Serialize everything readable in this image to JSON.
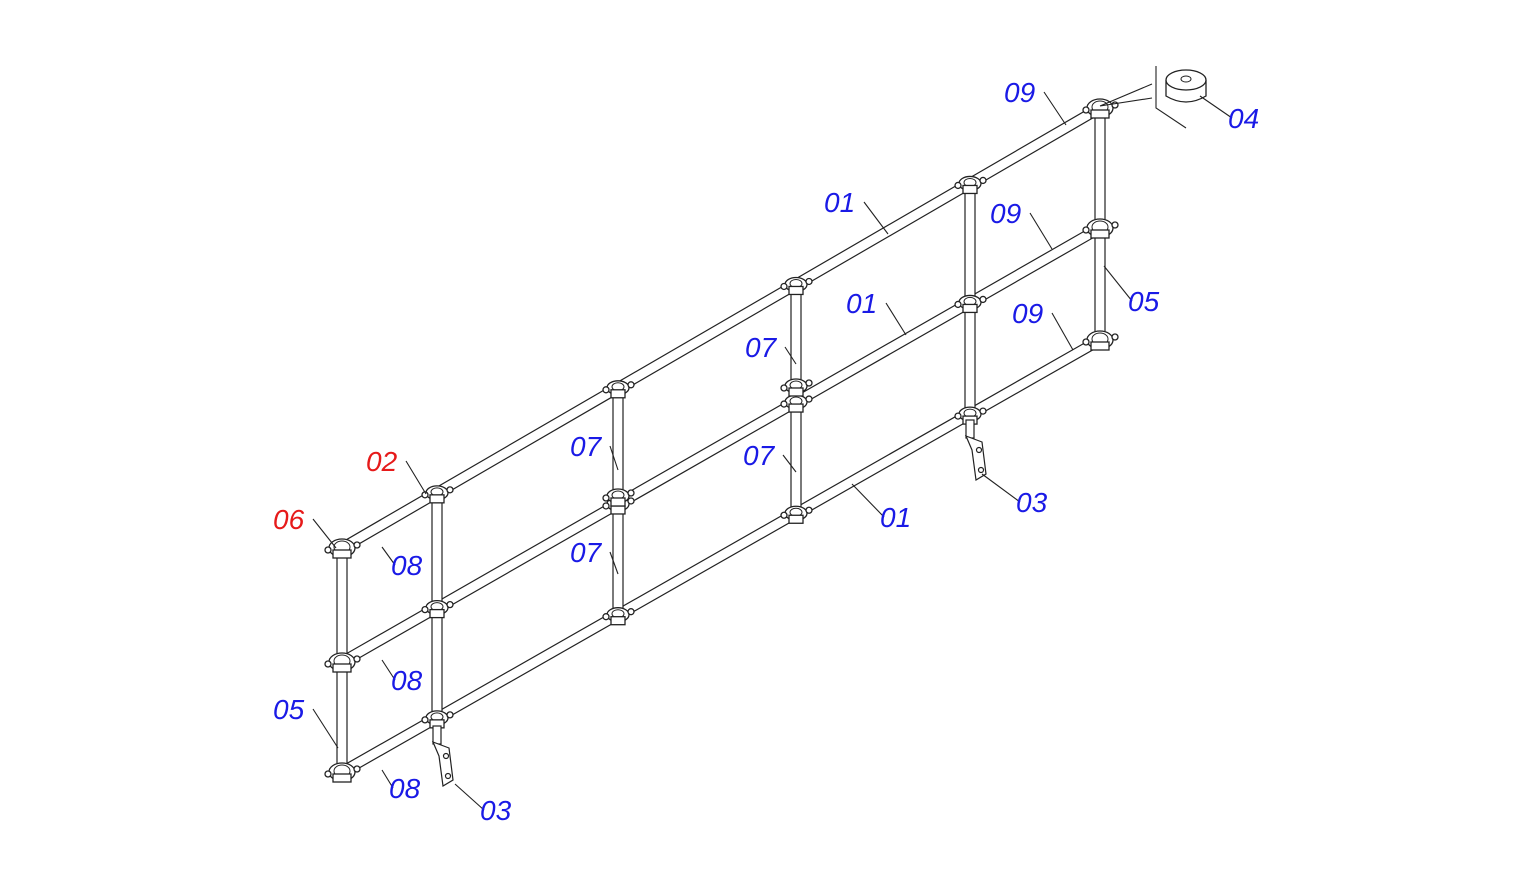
{
  "colors": {
    "callout": "#1a1ae6",
    "callout_highlight": "#e61a1a",
    "line": "#222222",
    "background": "#ffffff"
  },
  "callouts": [
    {
      "id": "c-09-top",
      "text": "09",
      "highlight": false
    },
    {
      "id": "c-04",
      "text": "04",
      "highlight": false
    },
    {
      "id": "c-01-top",
      "text": "01",
      "highlight": false
    },
    {
      "id": "c-09-mid",
      "text": "09",
      "highlight": false
    },
    {
      "id": "c-05-right",
      "text": "05",
      "highlight": false
    },
    {
      "id": "c-01-mid",
      "text": "01",
      "highlight": false
    },
    {
      "id": "c-09-low",
      "text": "09",
      "highlight": false
    },
    {
      "id": "c-07-a",
      "text": "07",
      "highlight": false
    },
    {
      "id": "c-07-b",
      "text": "07",
      "highlight": false
    },
    {
      "id": "c-07-c",
      "text": "07",
      "highlight": false
    },
    {
      "id": "c-07-d",
      "text": "07",
      "highlight": false
    },
    {
      "id": "c-02",
      "text": "02",
      "highlight": true
    },
    {
      "id": "c-06",
      "text": "06",
      "highlight": true
    },
    {
      "id": "c-08-top",
      "text": "08",
      "highlight": false
    },
    {
      "id": "c-08-mid",
      "text": "08",
      "highlight": false
    },
    {
      "id": "c-05-left",
      "text": "05",
      "highlight": false
    },
    {
      "id": "c-08-low",
      "text": "08",
      "highlight": false
    },
    {
      "id": "c-03-right",
      "text": "03",
      "highlight": false
    },
    {
      "id": "c-01-low",
      "text": "01",
      "highlight": false
    },
    {
      "id": "c-03-left",
      "text": "03",
      "highlight": false
    }
  ]
}
